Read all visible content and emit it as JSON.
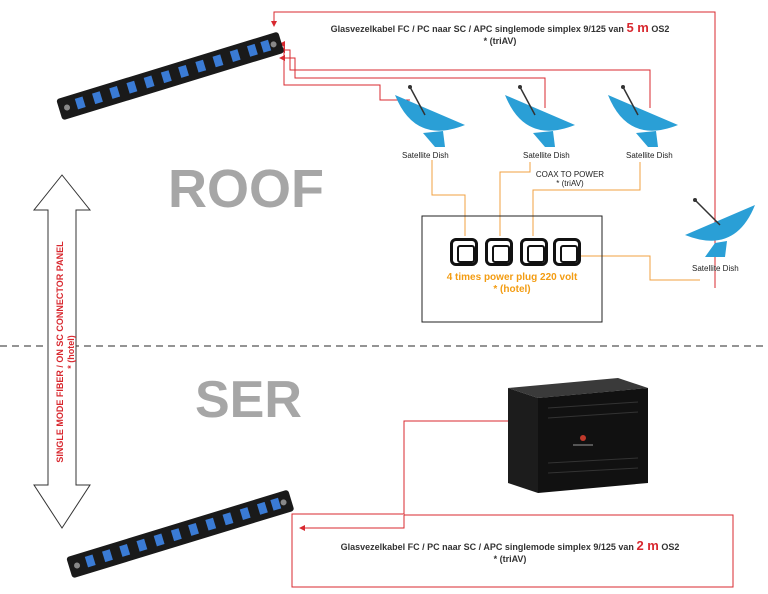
{
  "labels": {
    "roof": "ROOF",
    "ser": "SER",
    "vertical_label_line1": "SINGLE MODE FIBER / ON SC CONNECTOR PANEL",
    "vertical_label_line2": "* (hotel)"
  },
  "top_cable": {
    "prefix": "Glasvezelkabel FC / PC naar SC / APC singlemode simplex 9/125 van",
    "length": "5 m",
    "suffix": "OS2",
    "note": "* (triAV)"
  },
  "bottom_cable": {
    "prefix": "Glasvezelkabel FC / PC naar SC / APC singlemode simplex 9/125 van",
    "length": "2 m",
    "suffix": "OS2",
    "note": "* (triAV)"
  },
  "dishes": [
    {
      "label": "Satellite Dish"
    },
    {
      "label": "Satellite Dish"
    },
    {
      "label": "Satellite Dish"
    },
    {
      "label": "Satellite Dish"
    }
  ],
  "coax": {
    "line1": "COAX TO POWER",
    "line2": "* (triAV)"
  },
  "power": {
    "line1": "4 times power plug 220 volt",
    "line2": "* (hotel)"
  },
  "colors": {
    "red": "#d8282f",
    "orange": "#f0a040",
    "dish_blue": "#2a9fd6",
    "gray_label": "#a6a6a6",
    "power_text": "#f39c12"
  }
}
